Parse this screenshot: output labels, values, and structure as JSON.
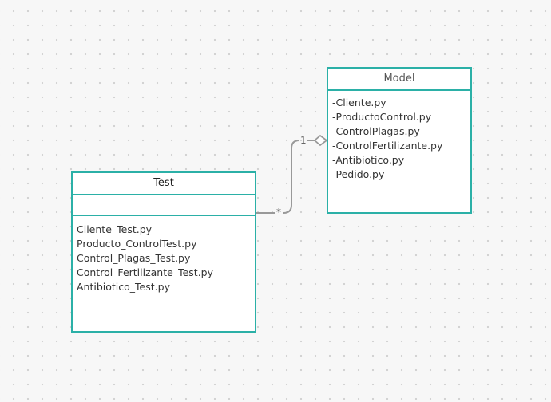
{
  "diagram": {
    "classes": {
      "model": {
        "title": "Model",
        "members": [
          "-Cliente.py",
          "-ProductoControl.py",
          "-ControlPlagas.py",
          "-ControlFertilizante.py",
          "-Antibiotico.py",
          "-Pedido.py"
        ]
      },
      "test": {
        "title": "Test",
        "members": [
          "Cliente_Test.py",
          "Producto_ControlTest.py",
          "Control_Plagas_Test.py",
          "Control_Fertilizante_Test.py",
          "Antibiotico_Test.py"
        ]
      }
    },
    "association": {
      "type": "aggregation",
      "model_multiplicity": "1",
      "test_multiplicity": "*"
    }
  },
  "colors": {
    "class_border": "#2bb0a7",
    "connector": "#999999",
    "canvas_dot": "#cfcfcf"
  }
}
